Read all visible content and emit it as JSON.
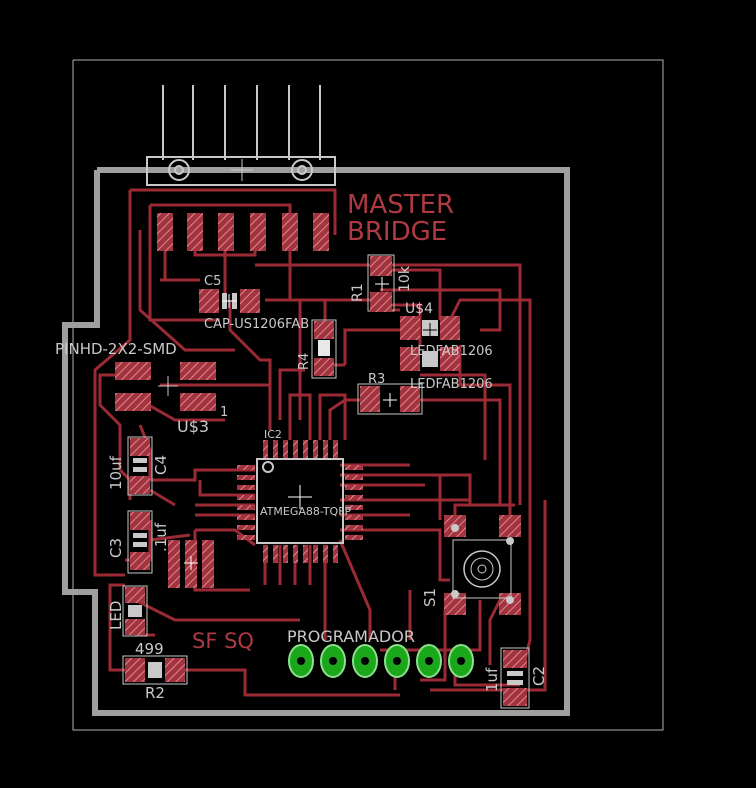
{
  "colors": {
    "background": "#000000",
    "trace": "#9b2a35",
    "pad_fill": "#a1343f",
    "pad_hatch": "#e08890",
    "silk": "#c9c9c9",
    "outline": "#9f9f9f",
    "thru_hole": "#1aa81a",
    "thru_ring": "#8ee08e",
    "dimension": "#b0b0b0"
  },
  "labels": {
    "master": "MASTER",
    "bridge": "BRIDGE",
    "r1": "R1",
    "r1_value": "10k",
    "c5": "C5",
    "c5_package": "CAP-US1206FAB",
    "u4": "U$4",
    "led_fab_1": "LEDFAB1206",
    "led_fab_2": "LEDFAB1206",
    "r4": "R4",
    "r3": "R3",
    "pinhd": "PINHD-2X2-SMD",
    "u3": "U$3",
    "pin_1": "1",
    "ic2": "IC2",
    "mcu_package": "ATMEGA88-TQFP",
    "c4_value": "10uf",
    "c4": "C4",
    "c3": "C3",
    "c3_value": ".1uf",
    "s1": "S1",
    "led": "LED",
    "r2_value": "499",
    "r2": "R2",
    "sf_sq": "SF SQ",
    "programador": "PROGRAMADOR",
    "c2_value": "1uf",
    "c2": "C2"
  }
}
